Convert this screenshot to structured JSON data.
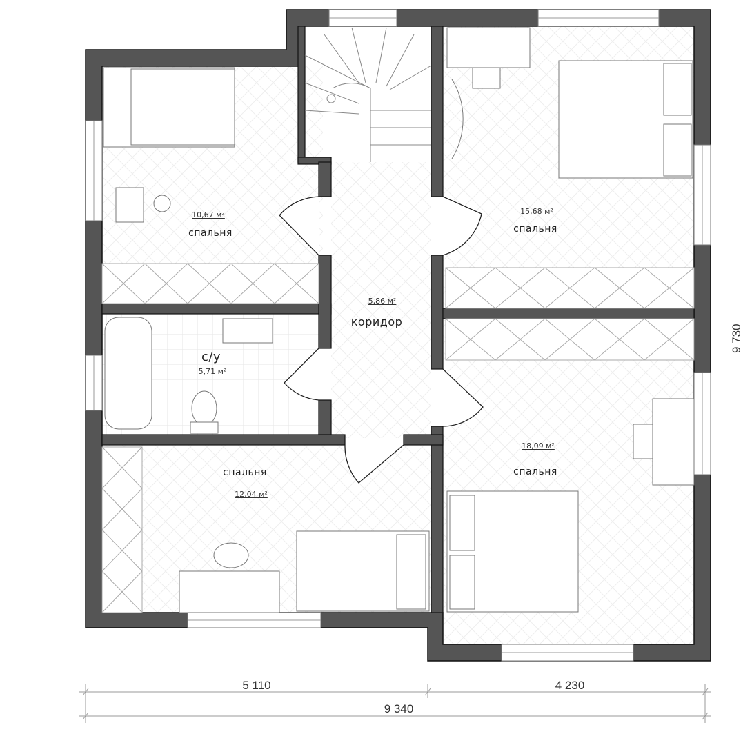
{
  "rooms": [
    {
      "name": "спальня",
      "area": "10,67 м²"
    },
    {
      "name": "спальня",
      "area": "15,68 м²"
    },
    {
      "name": "коридор",
      "area": "5,86 м²"
    },
    {
      "name": "с/у",
      "area": "5,71 м²"
    },
    {
      "name": "спальня",
      "area": "12,04 м²"
    },
    {
      "name": "спальня",
      "area": "18,09 м²"
    }
  ],
  "dimensions": {
    "left_width": "5 110",
    "right_width": "4 230",
    "total_width": "9 340",
    "total_height": "9 730"
  },
  "colors": {
    "wall": "#555555",
    "line": "#888888"
  }
}
